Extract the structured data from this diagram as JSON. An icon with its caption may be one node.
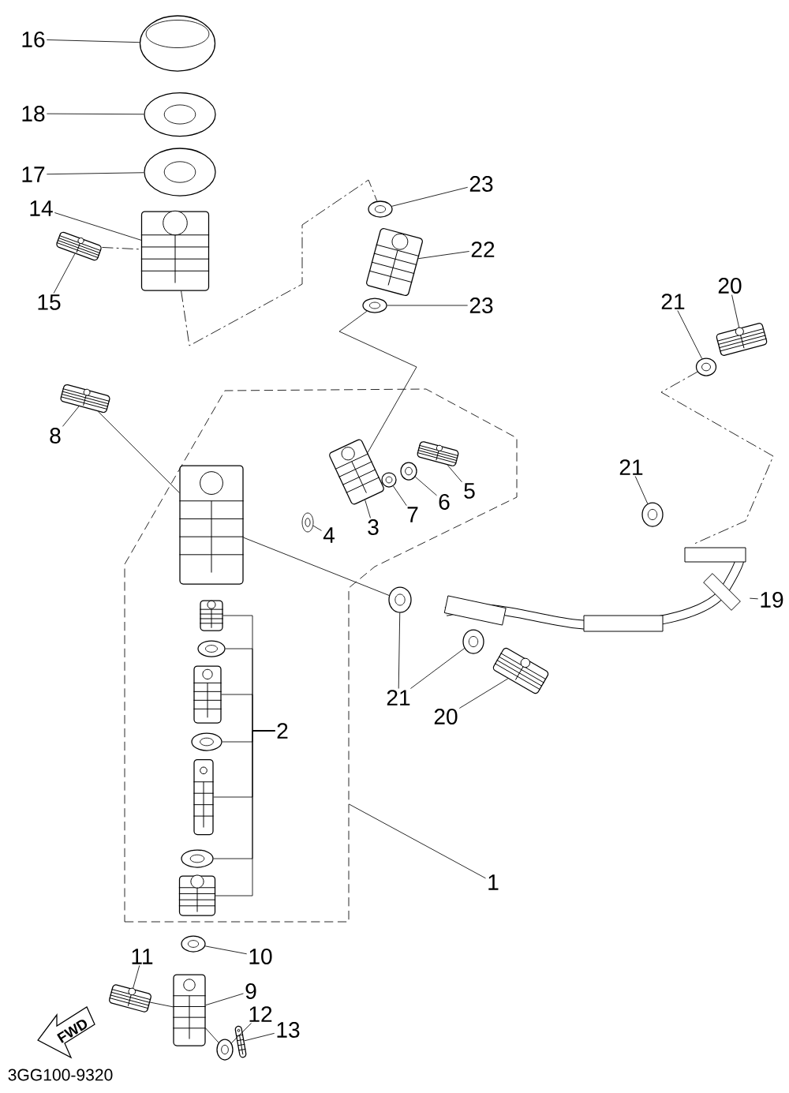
{
  "diagram": {
    "nodes": [
      {
        "text": [
          "16"
        ]
      },
      {
        "text": [],
        "shape": "picture"
      },
      {
        "text": [
          "18"
        ]
      },
      {
        "text": [],
        "shape": "picture"
      },
      {
        "text": [
          "17"
        ]
      },
      {
        "text": [],
        "shape": "picture"
      },
      {
        "text": [
          "14"
        ]
      },
      {
        "text": [],
        "shape": "picture"
      },
      {
        "text": [
          "15"
        ]
      },
      {
        "text": [],
        "shape": "picture"
      },
      {
        "text": [
          "23"
        ]
      },
      {
        "text": [],
        "shape": "picture"
      },
      {
        "text": [
          "22"
        ]
      },
      {
        "text": [],
        "shape": "picture"
      },
      {
        "text": [
          "23"
        ]
      },
      {
        "text": [],
        "shape": "picture"
      },
      {
        "text": [
          "21"
        ]
      },
      {
        "text": [],
        "shape": "picture"
      },
      {
        "text": [
          "20"
        ]
      },
      {
        "text": [],
        "shape": "picture"
      },
      {
        "text": [
          "8"
        ]
      },
      {
        "text": [],
        "shape": "picture"
      },
      {
        "text": [],
        "shape": "box"
      },
      {
        "text": [],
        "shape": "picture",
        "in": 22
      },
      {
        "text": [],
        "shape": "picture",
        "in": 22
      },
      {
        "text": [],
        "shape": "picture",
        "in": 22
      },
      {
        "text": [
          "4"
        ],
        "in": 22
      },
      {
        "text": [],
        "shape": "picture",
        "in": 22
      },
      {
        "text": [
          "3"
        ],
        "in": 22
      },
      {
        "text": [
          "7"
        ],
        "in": 22
      },
      {
        "text": [],
        "shape": "picture",
        "in": 22
      },
      {
        "text": [
          "6"
        ],
        "in": 22
      },
      {
        "text": [],
        "shape": "picture",
        "in": 22
      },
      {
        "text": [
          "5"
        ],
        "in": 22
      },
      {
        "text": [
          "21"
        ]
      },
      {
        "text": [],
        "shape": "picture"
      },
      {
        "text": [],
        "shape": "picture"
      },
      {
        "text": [
          "19"
        ]
      },
      {
        "text": [
          "2"
        ],
        "in": 22
      },
      {
        "text": [],
        "shape": "picture",
        "in": 22
      },
      {
        "text": [],
        "shape": "picture",
        "in": 22
      },
      {
        "text": [],
        "shape": "picture",
        "in": 22
      },
      {
        "text": [],
        "shape": "picture",
        "in": 22
      },
      {
        "text": [],
        "shape": "picture",
        "in": 22
      },
      {
        "text": [],
        "shape": "picture",
        "in": 22
      },
      {
        "text": [],
        "shape": "picture",
        "in": 22
      },
      {
        "text": [
          "1"
        ]
      },
      {
        "text": [],
        "shape": "picture"
      },
      {
        "text": [],
        "shape": "picture"
      },
      {
        "text": [
          "21"
        ]
      },
      {
        "text": [],
        "shape": "picture"
      },
      {
        "text": [
          "20"
        ]
      },
      {
        "text": [],
        "shape": "picture"
      },
      {
        "text": [
          "10"
        ]
      },
      {
        "text": [
          "11"
        ]
      },
      {
        "text": [],
        "shape": "picture"
      },
      {
        "text": [
          "9"
        ]
      },
      {
        "text": [],
        "shape": "picture"
      },
      {
        "text": [
          "12"
        ]
      },
      {
        "text": [],
        "shape": "picture"
      },
      {
        "text": [
          "13"
        ]
      },
      {
        "text": [],
        "shape": "picture"
      }
    ],
    "edges": [
      {
        "from": 0,
        "to": 1,
        "arrow": "none"
      },
      {
        "from": 2,
        "to": 3,
        "arrow": "none"
      },
      {
        "from": 4,
        "to": 5,
        "arrow": "none"
      },
      {
        "from": 6,
        "to": 7,
        "arrow": "none"
      },
      {
        "from": 8,
        "to": 9,
        "arrow": "none"
      },
      {
        "from": 10,
        "to": 11,
        "arrow": "none"
      },
      {
        "from": 12,
        "to": 13,
        "arrow": "none"
      },
      {
        "from": 14,
        "to": 15,
        "arrow": "none"
      },
      {
        "from": 16,
        "to": 17,
        "arrow": "none"
      },
      {
        "from": 18,
        "to": 19,
        "arrow": "none"
      },
      {
        "from": 20,
        "to": 21,
        "arrow": "none"
      },
      {
        "from": 26,
        "to": 25,
        "arrow": "none"
      },
      {
        "from": 28,
        "to": 24,
        "arrow": "none"
      },
      {
        "from": 29,
        "to": 27,
        "arrow": "none"
      },
      {
        "from": 31,
        "to": 30,
        "arrow": "none"
      },
      {
        "from": 33,
        "to": 32,
        "arrow": "none"
      },
      {
        "from": 34,
        "to": 35,
        "arrow": "none"
      },
      {
        "from": 37,
        "to": 36,
        "arrow": "none"
      },
      {
        "from": 38,
        "to": 39,
        "arrow": "none"
      },
      {
        "from": 38,
        "to": 40,
        "arrow": "none"
      },
      {
        "from": 38,
        "to": 41,
        "arrow": "none"
      },
      {
        "from": 38,
        "to": 42,
        "arrow": "none"
      },
      {
        "from": 38,
        "to": 43,
        "arrow": "none"
      },
      {
        "from": 38,
        "to": 44,
        "arrow": "none"
      },
      {
        "from": 38,
        "to": 45,
        "arrow": "none"
      },
      {
        "from": 46,
        "to": 22,
        "arrow": "none"
      },
      {
        "from": 49,
        "to": 47,
        "arrow": "none"
      },
      {
        "from": 49,
        "to": 48,
        "arrow": "none"
      },
      {
        "from": 51,
        "to": 50,
        "arrow": "none"
      },
      {
        "from": 53,
        "to": 52,
        "arrow": "none"
      },
      {
        "from": 54,
        "to": 55,
        "arrow": "none"
      },
      {
        "from": 56,
        "to": 57,
        "arrow": "none"
      },
      {
        "from": 58,
        "to": 59,
        "arrow": "none"
      },
      {
        "from": 60,
        "to": 61,
        "arrow": "none"
      },
      {
        "from": 7,
        "to": 11,
        "arrow": "none",
        "style": "dashed"
      },
      {
        "from": 15,
        "to": 24,
        "arrow": "none"
      },
      {
        "from": 17,
        "to": 36,
        "arrow": "none",
        "style": "dashed"
      },
      {
        "from": 21,
        "to": 23,
        "arrow": "none"
      },
      {
        "from": 23,
        "to": 47,
        "arrow": "none"
      },
      {
        "from": 55,
        "to": 57,
        "arrow": "none"
      },
      {
        "from": 57,
        "to": 59,
        "arrow": "none"
      },
      {
        "from": 9,
        "to": 7,
        "arrow": "none",
        "style": "dashed"
      }
    ],
    "labels": [
      "FWD",
      "3GG100-9320"
    ]
  }
}
